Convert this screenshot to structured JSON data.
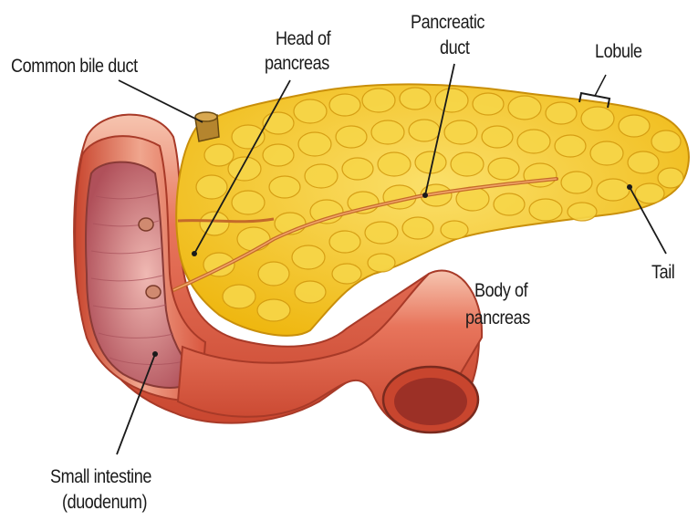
{
  "labels": {
    "common_bile_duct": "Common bile duct",
    "head_of_pancreas_1": "Head of",
    "head_of_pancreas_2": "pancreas",
    "pancreatic_duct_1": "Pancreatic",
    "pancreatic_duct_2": "duct",
    "lobule": "Lobule",
    "tail": "Tail",
    "body_of_pancreas_1": "Body of",
    "body_of_pancreas_2": "pancreas",
    "small_intestine_1": "Small intestine",
    "small_intestine_2": "(duodenum)"
  },
  "colors": {
    "pancreas_fill": "#f2c21a",
    "pancreas_lobule": "#f7d648",
    "pancreas_outline": "#c98f0a",
    "intestine_fill": "#e0604a",
    "intestine_light": "#f3b6a0",
    "intestine_inner": "#b85a5a",
    "duct": "#c46a2a",
    "bile_duct": "#b5852e",
    "leader_line": "#1a1a1a"
  }
}
